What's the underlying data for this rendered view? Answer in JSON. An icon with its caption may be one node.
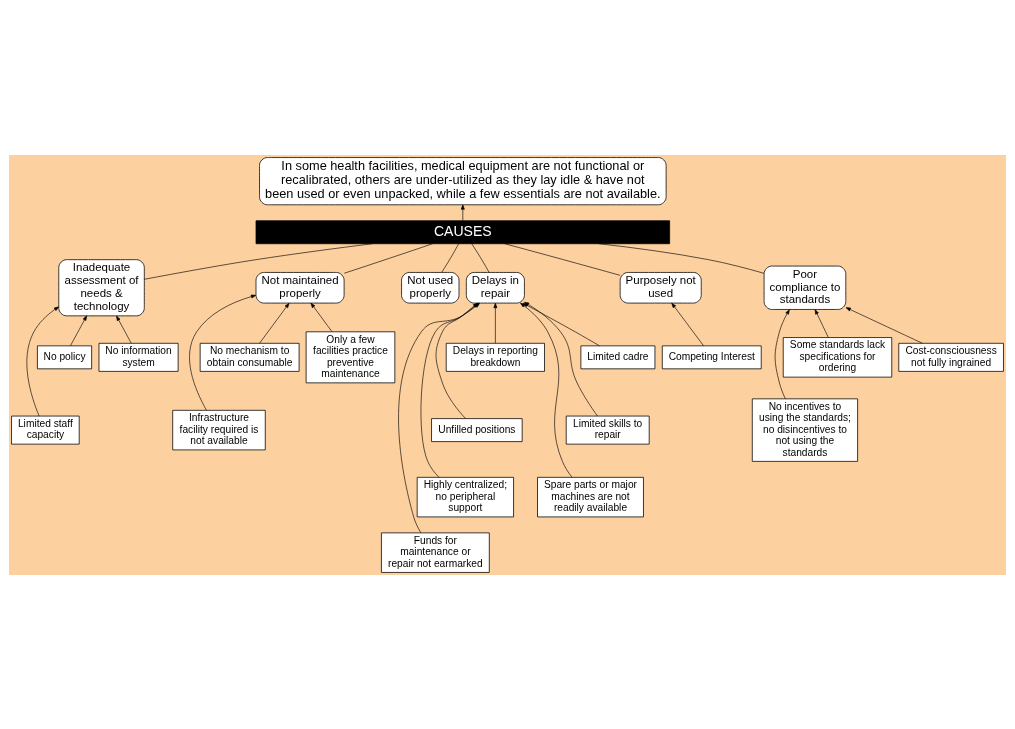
{
  "diagram": {
    "nodes": [
      {
        "text": [
          "In some health facilities, medical equipment are not functional or recalibrated, others are under-utilized as they lay idle & have not been used or even unpacked, while a few essentials are not available."
        ]
      },
      {
        "text": [
          "CAUSES"
        ]
      },
      {
        "text": [
          "Inadequate assessment of needs & technology"
        ]
      },
      {
        "text": [
          "Not maintained properly"
        ]
      },
      {
        "text": [
          "Not used properly"
        ]
      },
      {
        "text": [
          "Delays in repair"
        ]
      },
      {
        "text": [
          "Purposely not used"
        ]
      },
      {
        "text": [
          "Poor compliance to standards"
        ]
      },
      {
        "text": [
          "No policy"
        ]
      },
      {
        "text": [
          "No information system"
        ]
      },
      {
        "text": [
          "Limited staff capacity"
        ]
      },
      {
        "text": [
          "No mechanism to obtain consumable"
        ]
      },
      {
        "text": [
          "Only a few facilities practice preventive maintenance"
        ]
      },
      {
        "text": [
          "Infrastructure facility required is not available"
        ]
      },
      {
        "text": [
          "Delays in reporting breakdown"
        ]
      },
      {
        "text": [
          "Limited cadre"
        ]
      },
      {
        "text": [
          "Unfilled positions"
        ]
      },
      {
        "text": [
          "Limited skills to repair"
        ]
      },
      {
        "text": [
          "Highly centralized; no peripheral support"
        ]
      },
      {
        "text": [
          "Spare parts or major machines are not readily available"
        ]
      },
      {
        "text": [
          "Funds for maintenance or repair not earmarked"
        ]
      },
      {
        "text": [
          "Competing Interest"
        ]
      },
      {
        "text": [
          "Some standards lack specifications for ordering"
        ]
      },
      {
        "text": [
          "Cost-consciousness not fully ingrained"
        ]
      },
      {
        "text": [
          "No incentives to using the standards; no disincentives to not using the standards"
        ]
      }
    ],
    "edges": [
      {
        "from": 1,
        "to": 0,
        "arrow": "to"
      },
      {
        "from": 1,
        "to": 2,
        "arrow": "none"
      },
      {
        "from": 1,
        "to": 3,
        "arrow": "none"
      },
      {
        "from": 1,
        "to": 4,
        "arrow": "none"
      },
      {
        "from": 1,
        "to": 5,
        "arrow": "none"
      },
      {
        "from": 1,
        "to": 6,
        "arrow": "none"
      },
      {
        "from": 1,
        "to": 7,
        "arrow": "none"
      },
      {
        "from": 8,
        "to": 2,
        "arrow": "to"
      },
      {
        "from": 9,
        "to": 2,
        "arrow": "to"
      },
      {
        "from": 10,
        "to": 2,
        "arrow": "to"
      },
      {
        "from": 11,
        "to": 3,
        "arrow": "to"
      },
      {
        "from": 12,
        "to": 3,
        "arrow": "to"
      },
      {
        "from": 13,
        "to": 3,
        "arrow": "to"
      },
      {
        "from": 14,
        "to": 5,
        "arrow": "to"
      },
      {
        "from": 15,
        "to": 5,
        "arrow": "to"
      },
      {
        "from": 16,
        "to": 5,
        "arrow": "to"
      },
      {
        "from": 17,
        "to": 5,
        "arrow": "to"
      },
      {
        "from": 18,
        "to": 5,
        "arrow": "to"
      },
      {
        "from": 19,
        "to": 5,
        "arrow": "to"
      },
      {
        "from": 20,
        "to": 5,
        "arrow": "to"
      },
      {
        "from": 21,
        "to": 6,
        "arrow": "to"
      },
      {
        "from": 22,
        "to": 7,
        "arrow": "to"
      },
      {
        "from": 23,
        "to": 7,
        "arrow": "to"
      },
      {
        "from": 24,
        "to": 7,
        "arrow": "to"
      }
    ]
  }
}
